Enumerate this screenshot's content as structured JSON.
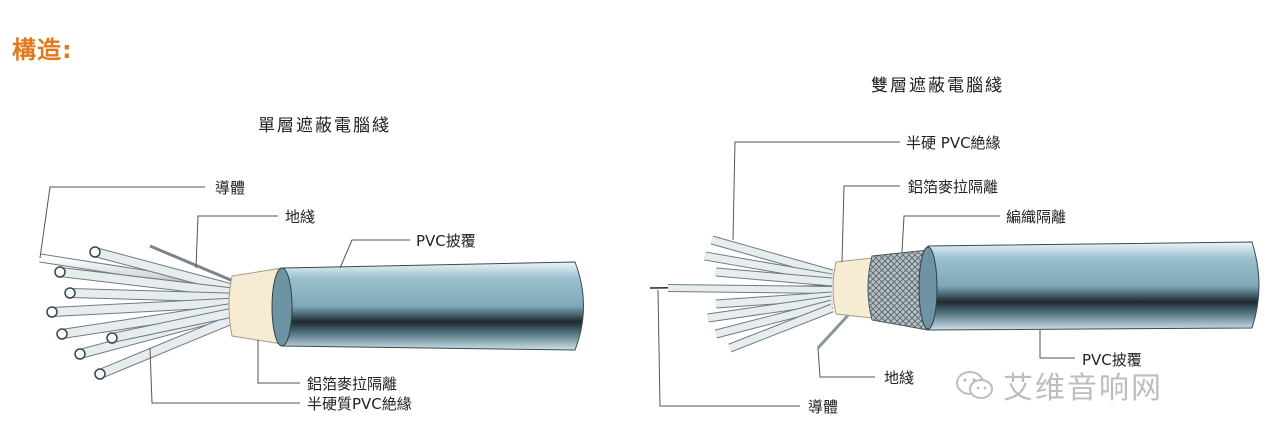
{
  "heading": "構造:",
  "left": {
    "title": "單層遮蔽電腦綫",
    "labels": {
      "conductor": "導體",
      "ground": "地綫",
      "jacket": "PVC披覆",
      "foil": "鋁箔麥拉隔離",
      "insulation": "半硬質PVC絶緣"
    }
  },
  "right": {
    "title": "雙層遮蔽電腦綫",
    "labels": {
      "insulation": "半硬 PVC絶緣",
      "foil": "鋁箔麥拉隔離",
      "braid": "編織隔離",
      "ground": "地綫",
      "jacket": "PVC披覆",
      "conductor": "導體"
    }
  },
  "watermark": {
    "text": "艾维音响网",
    "icon": "wechat-icon"
  },
  "colors": {
    "accent": "#e07b1d",
    "jacket": "#8fb4c4",
    "jacket_dark": "#1f2a2e",
    "foil": "#f3ead2",
    "wire": "#dfe3e6"
  }
}
